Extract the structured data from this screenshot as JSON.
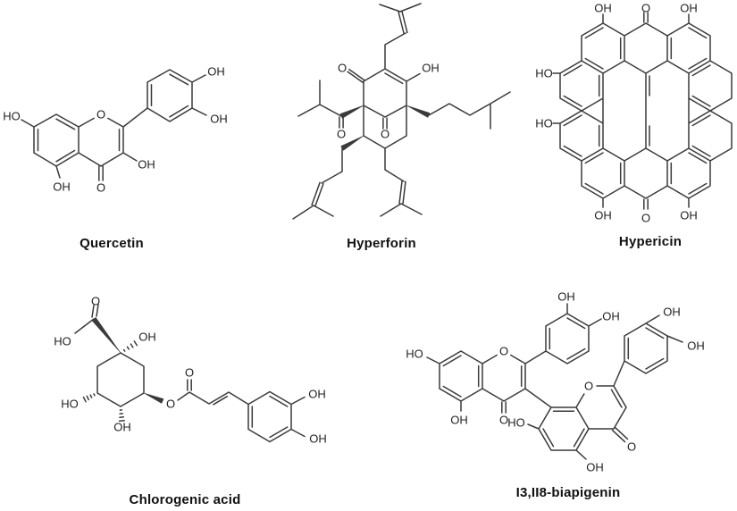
{
  "figure": {
    "background_color": "#ffffff",
    "line_color": "#3a3a3a",
    "text_color": "#222222"
  },
  "compounds": {
    "quercetin": {
      "name": "Quercetin",
      "atom_labels": {
        "ho_7": "HO",
        "pyran_o": "O",
        "oh_5": "OH",
        "ketone_o": "O",
        "oh_3": "OH",
        "oh_4p": "OH",
        "oh_3p": "OH"
      }
    },
    "hyperforin": {
      "name": "Hyperforin",
      "atom_labels": {
        "ketone_o_top": "O",
        "enol_oh": "OH",
        "bridge_o": "O",
        "acyl_o": "O"
      }
    },
    "hypericin": {
      "name": "Hypericin",
      "atom_labels": {
        "oh_top_left": "OH",
        "o_top": "O",
        "oh_top_right": "OH",
        "ho_left_upper": "HO",
        "ho_left_lower": "HO",
        "oh_bottom_left": "OH",
        "o_bottom": "O",
        "oh_bottom_right": "OH"
      }
    },
    "chlorogenic_acid": {
      "name": "Chlorogenic acid",
      "atom_labels": {
        "o_carboxyl": "O",
        "ho_carboxyl": "HO",
        "oh_c1": "OH",
        "o_ester": "O",
        "o_carbonyl": "O",
        "ho_c5": "HO",
        "oh_c4": "OH",
        "oh_3p": "OH",
        "oh_4p": "OH"
      }
    },
    "biapigenin": {
      "name": "I3,II8-biapigenin",
      "atom_labels": {
        "ho_7_I": "HO",
        "pyran_o_I": "O",
        "oh_5_I": "OH",
        "ketone_o_I": "O",
        "oh_b_top_I": "OH",
        "oh_b_right_I": "OH",
        "pyran_o_II": "O",
        "ho_7_II": "HO",
        "oh_5_II": "OH",
        "ketone_o_II": "O",
        "oh_b_top_II": "OH",
        "oh_b_right_II": "OH"
      }
    }
  }
}
